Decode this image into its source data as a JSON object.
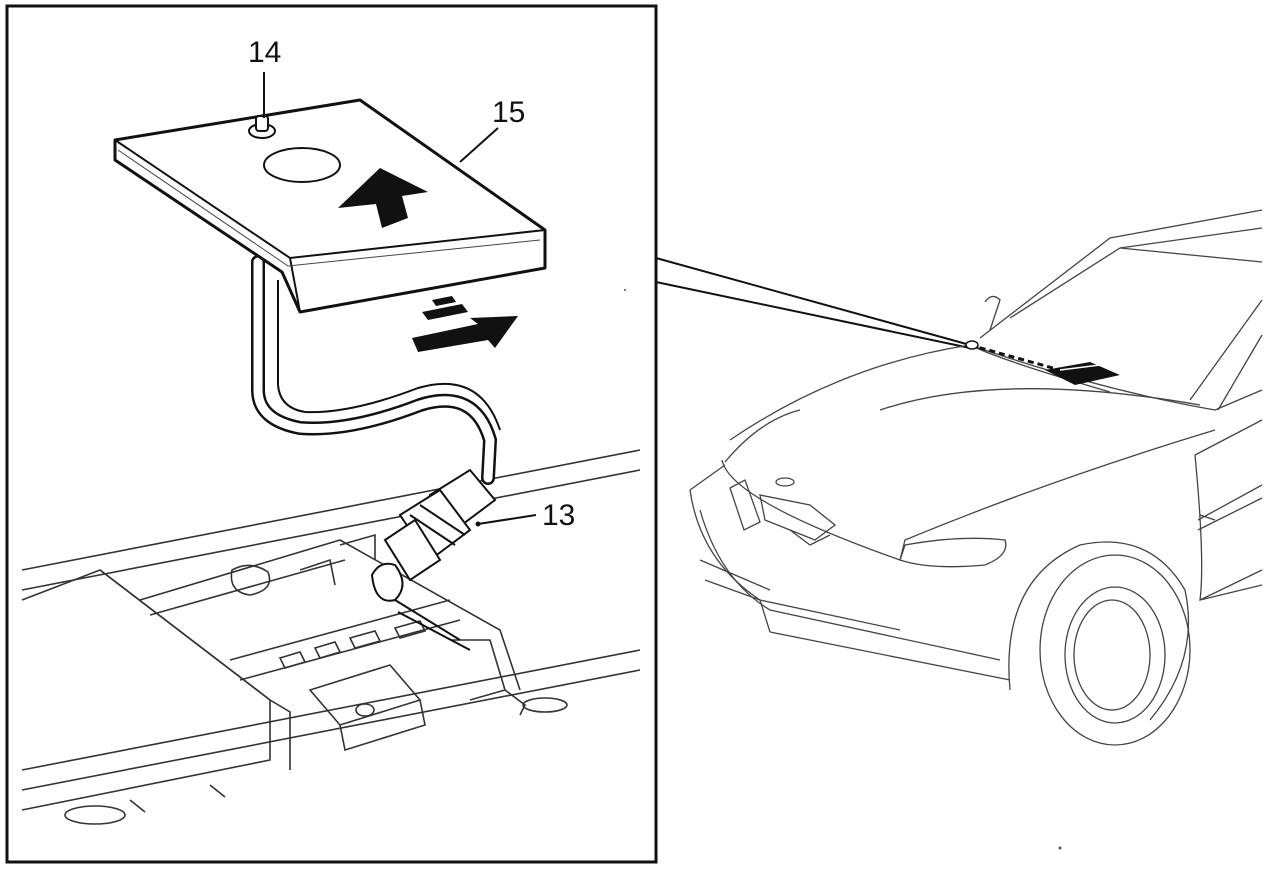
{
  "callouts": {
    "part_14": "14",
    "part_15": "15",
    "part_13": "13"
  },
  "colors": {
    "ink": "#111111",
    "light_ink": "#555555",
    "paper": "#ffffff"
  }
}
